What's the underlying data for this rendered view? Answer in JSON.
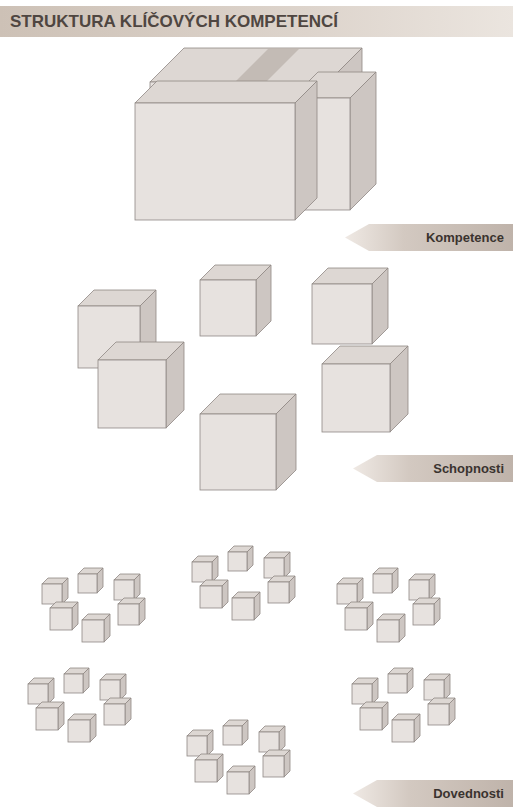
{
  "diagram": {
    "title": "STRUKTURA KLÍČOVÝCH KOMPETENCÍ",
    "nodes": [
      {
        "text": [
          "Kompetence"
        ]
      },
      {
        "text": [
          "Schopnosti"
        ]
      },
      {
        "text": [
          "Dovednosti"
        ]
      }
    ]
  }
}
